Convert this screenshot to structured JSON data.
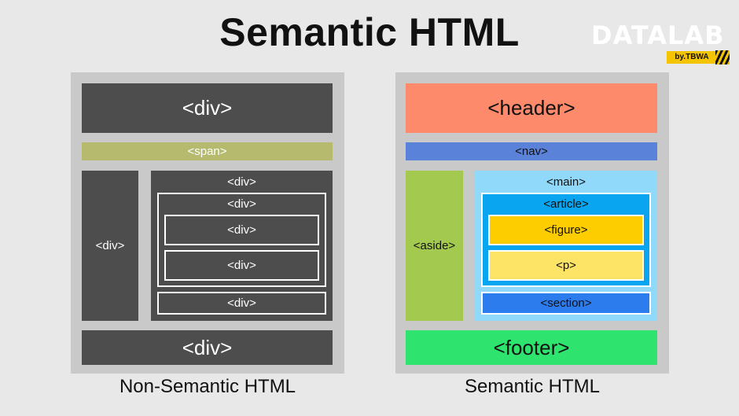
{
  "title": "Semantic HTML",
  "logo": {
    "text": "DATALAB",
    "sub": "by.TBWA"
  },
  "non_semantic": {
    "caption": "Non-Semantic HTML",
    "header": "<div>",
    "span": "<span>",
    "side": "<div>",
    "main": "<div>",
    "inner": "<div>",
    "inner_a": "<div>",
    "inner_b": "<div>",
    "bottom_inner": "<div>",
    "footer": "<div>"
  },
  "semantic": {
    "caption": "Semantic HTML",
    "header": "<header>",
    "nav": "<nav>",
    "aside": "<aside>",
    "main": "<main>",
    "article": "<article>",
    "figure": "<figure>",
    "p": "<p>",
    "section": "<section>",
    "footer": "<footer>"
  },
  "colors": {
    "header": "#fe8a6c",
    "nav": "#5a82d8",
    "aside": "#a3c94f",
    "main": "#90d9fb",
    "article": "#09a5f0",
    "figure": "#fdcd00",
    "p": "#fde466",
    "section": "#2d7cee",
    "footer": "#2ee36e"
  }
}
